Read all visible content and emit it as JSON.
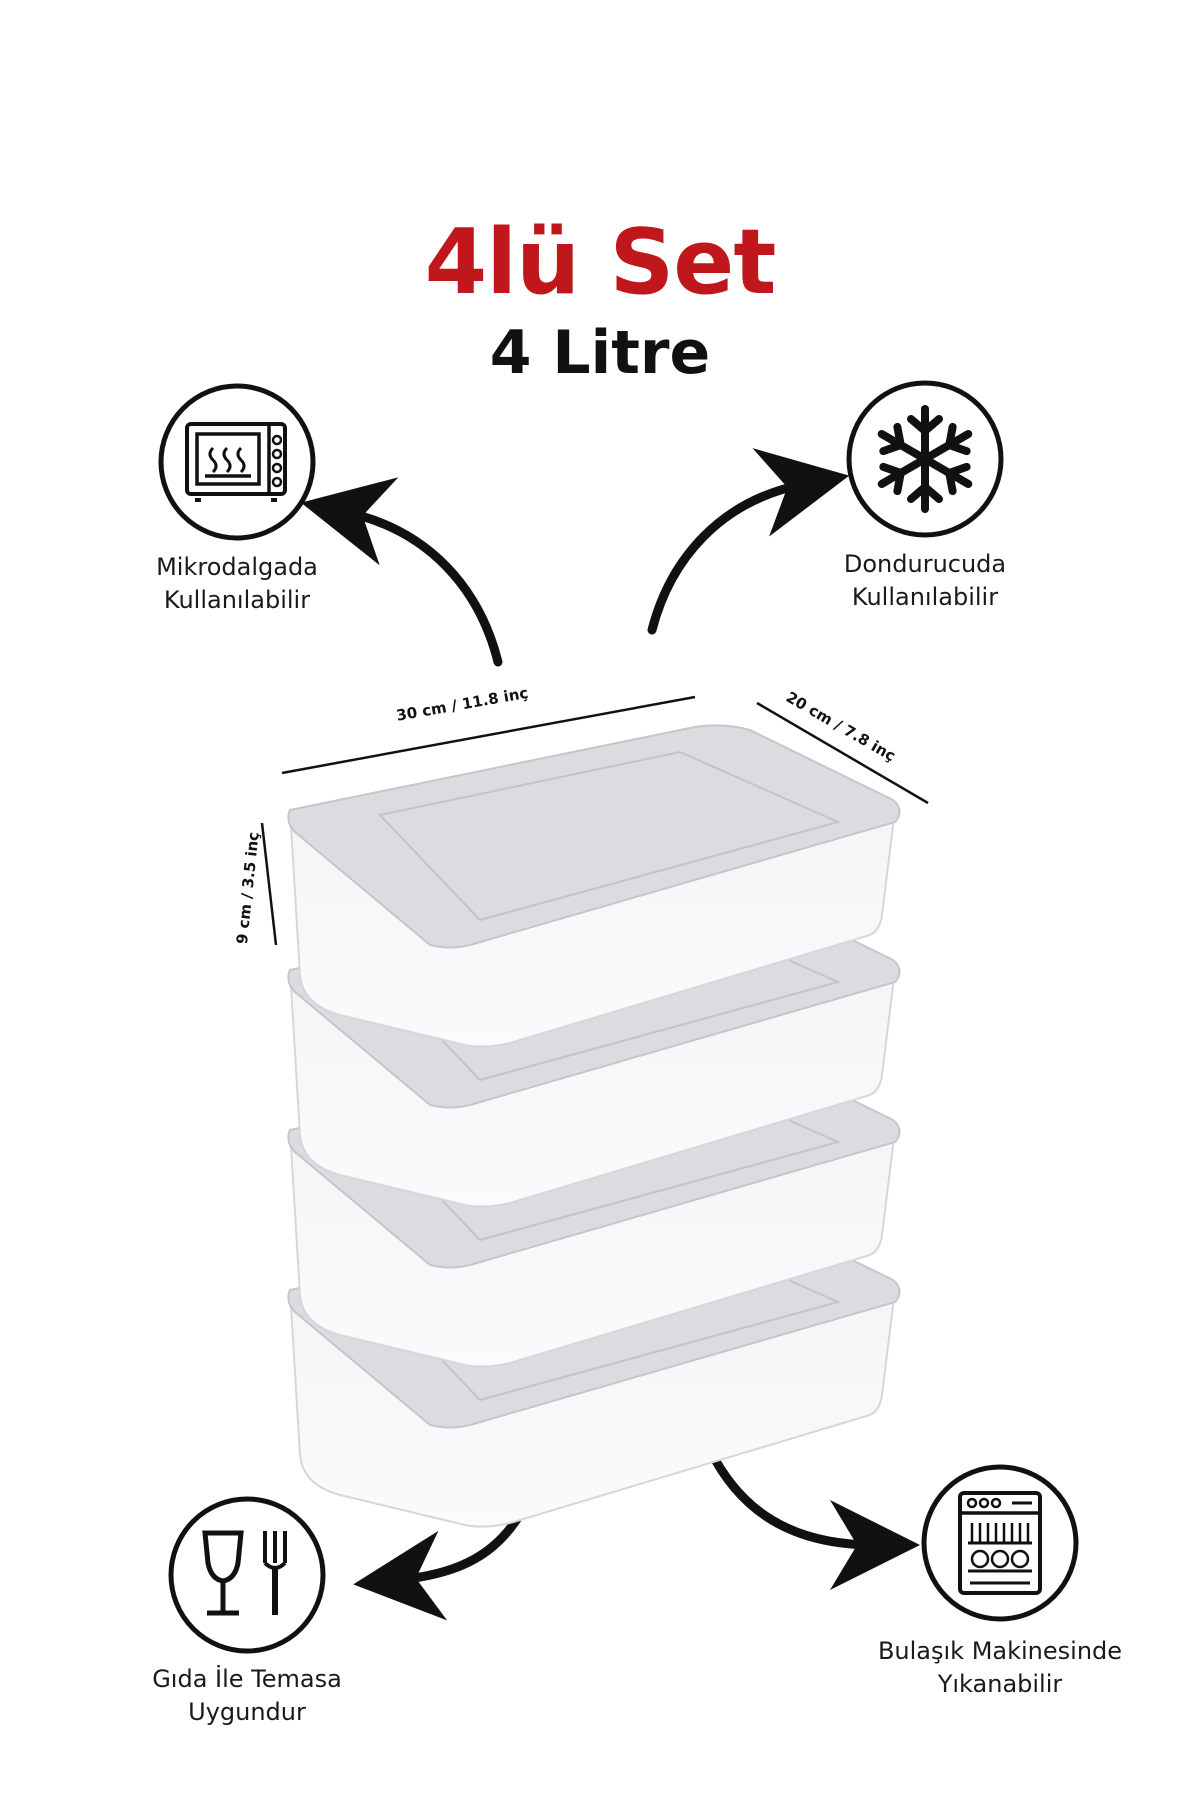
{
  "header": {
    "title": "4lü Set",
    "subtitle": "4 Litre"
  },
  "colors": {
    "title": "#c0171c",
    "subtitle": "#111111",
    "icon_stroke": "#111111"
  },
  "features": [
    {
      "icon": "microwave-icon",
      "line1": "Mikrodalgada",
      "line2": "Kullanılabilir"
    },
    {
      "icon": "snowflake-icon",
      "line1": "Dondurucuda",
      "line2": "Kullanılabilir"
    },
    {
      "icon": "food-safe-icon",
      "line1": "Gıda İle Temasa",
      "line2": "Uygundur"
    },
    {
      "icon": "dishwasher-icon",
      "line1": "Bulaşık Makinesinde",
      "line2": "Yıkanabilir"
    }
  ],
  "dimensions": {
    "length": "30 cm / 11.8 inç",
    "width": "20 cm / 7.8 inç",
    "height": "9 cm / 3.5 inç"
  },
  "product": {
    "container_count": 4
  }
}
